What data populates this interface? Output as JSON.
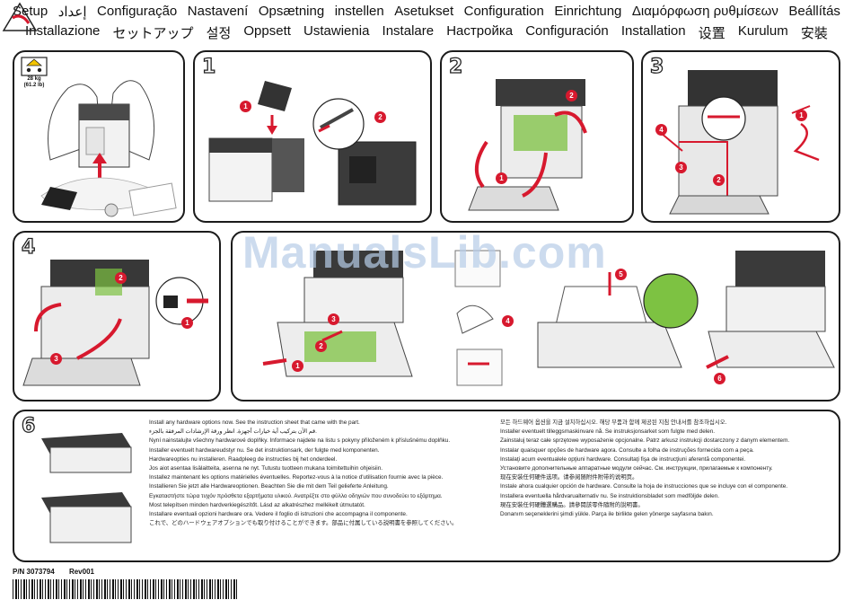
{
  "header": {
    "row1": [
      "Setup",
      "إعداد",
      "Configuração",
      "Nastavení",
      "Opsætning",
      "instellen",
      "Asetukset",
      "Configuration",
      "Einrichtung",
      "Διαμόρφωση ρυθμίσεων",
      "Beállítás"
    ],
    "row2": [
      "Installazione",
      "セットアップ",
      "설정",
      "Oppsett",
      "Ustawienia",
      "Instalare",
      "Настройка",
      "Configuración",
      "Installation",
      "设置",
      "Kurulum",
      "安裝"
    ]
  },
  "panels": {
    "weight": {
      "kg": "28 kg",
      "lb": "(61.2 lb)"
    },
    "step1": {
      "number": "1",
      "callouts": [
        "1",
        "2"
      ]
    },
    "step2": {
      "number": "2",
      "callouts": [
        "1",
        "2"
      ]
    },
    "step3": {
      "number": "3",
      "callouts": [
        "1",
        "2",
        "3",
        "4"
      ]
    },
    "step4": {
      "number": "4",
      "callouts": [
        "1",
        "2",
        "3"
      ]
    },
    "step5": {
      "callouts": [
        "1",
        "2",
        "3",
        "4",
        "5",
        "6"
      ]
    },
    "step6": {
      "number": "6",
      "left_text": [
        "Install any hardware options now. See the instruction sheet that came with the part.",
        "قم الآن بتركيب أية خيارات أجهزة. انظر ورقة الإرشادات المرفقة بالجزء.",
        "Nyní nainstalujte všechny hardwarové doplňky. Informace najdete na listu s pokyny přiloženém k příslušnému doplňku.",
        "Installer eventuelt hardwareudstyr nu. Se det instruktionsark, der fulgte med komponenten.",
        "Hardwareopties nu installeren. Raadpleeg de instructies bij het onderdeel.",
        "Jos aiot asentaa lisälaitteita, asenna ne nyt. Tutustu tuotteen mukana toimitettuihin ohjeisiin.",
        "Installez maintenant les options matérielles éventuelles. Reportez-vous à la notice d'utilisation fournie avec la pièce.",
        "Installieren Sie jetzt alle Hardwareoptionen. Beachten Sie die mit dem Teil gelieferte Anleitung.",
        "Εγκαταστήστε τώρα τυχόν πρόσθετα εξαρτήματα υλικού. Ανατρέξτε στο φύλλο οδηγιών που συνοδεύει το εξάρτημα.",
        "Most telepítsen minden hardverkiegészítőt. Lásd az alkatrészhez mellékelt útmutatót.",
        "Installare eventuali opzioni hardware ora. Vedere il foglio di istruzioni che accompagna il componente.",
        "これで、どのハードウェアオプションでも取り付けることができます。部品に付属している説明書を参照してください。"
      ],
      "right_text": [
        "모든 하드웨어 옵션을 지금 설치하십시오. 해당 부품과 함께 제공된 지침 안내서를 참조하십시오.",
        "Installer eventuelt tilleggsmaskinvare nå. Se instruksjonsarket som fulgte med delen.",
        "Zainstaluj teraz całe sprzętowe wyposażenie opcjonalne. Patrz arkusz instrukcji dostarczony z danym elementem.",
        "Instalar quaisquer opções de hardware agora. Consulte a folha de instruções fornecida com a peça.",
        "Instalaţi acum eventualele opţiuni hardware. Consultaţi fişa de instrucţiuni aferentă componentei.",
        "Установите дополнительные аппаратные модули сейчас. См. инструкции, прилагаемые к компоненту.",
        "现在安装任何硬件选项。请参阅随附件附带的说明页。",
        "Instale ahora cualquier opción de hardware. Consulte la hoja de instrucciones que se incluye con el componente.",
        "Installera eventuella hårdvarualternativ nu. Se instruktionsbladet som medföljde delen.",
        "現在安裝任何硬體選購品。請參閱該零件隨附的說明書。",
        "Donanım seçeneklerini şimdi yükle. Parça ile birlikte gelen yönerge sayfasına bakın."
      ]
    }
  },
  "watermark": "ManualsLib.com",
  "footer": {
    "part_number": "P/N 3073794",
    "revision": "Rev001"
  },
  "colors": {
    "callout": "#d7192e",
    "accent_green": "#7dc242",
    "border": "#1b1b1b"
  }
}
